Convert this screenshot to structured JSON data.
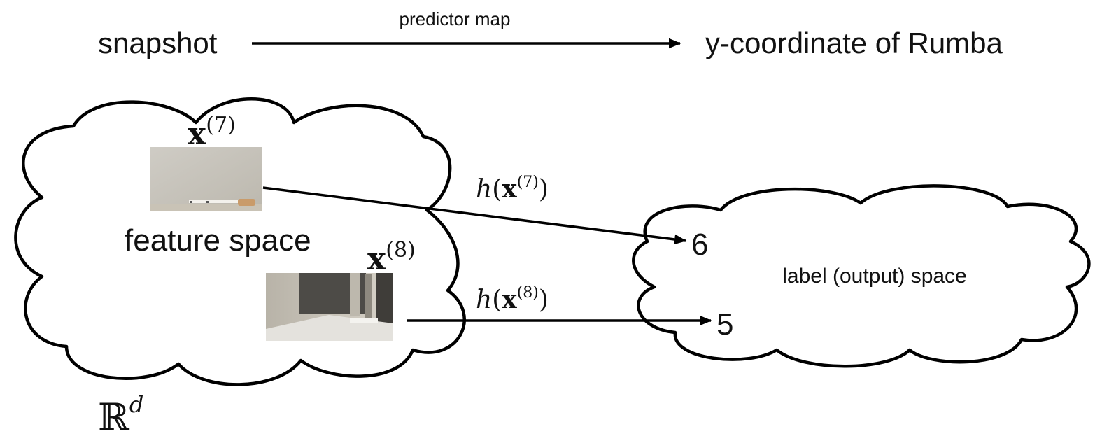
{
  "top_row": {
    "source": "snapshot",
    "map_label": "predictor map",
    "target": "y-coordinate of Rumba"
  },
  "feature_cloud": {
    "label": "feature space",
    "space_symbol": "ℝ",
    "space_superscript": "d"
  },
  "label_cloud": {
    "label": "label (output) space"
  },
  "samples": [
    {
      "var": "x",
      "index": "(7)",
      "mapping_fn": "h",
      "output": "6"
    },
    {
      "var": "x",
      "index": "(8)",
      "mapping_fn": "h",
      "output": "5"
    }
  ],
  "colors": {
    "stroke": "#000000",
    "text": "#111111"
  }
}
